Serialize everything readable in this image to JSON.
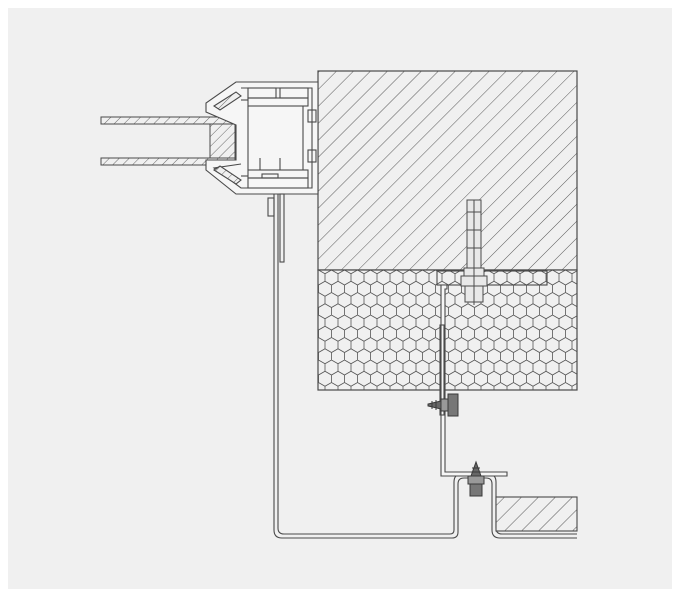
{
  "drawing": {
    "background_color": "#f0f0f0",
    "frame_color": "#ffffff",
    "line_color": "#4a4a4a",
    "components": [
      "window-frame-profile",
      "glass-unit",
      "masonry-wall",
      "thermal-insulation",
      "anchor-bolt",
      "mounting-bracket",
      "self-tapping-screw",
      "sill-flashing",
      "external-sill"
    ]
  }
}
